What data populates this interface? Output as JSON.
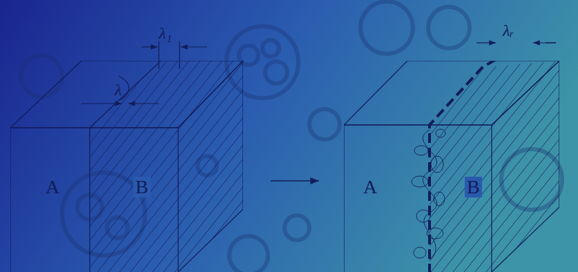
{
  "diagram": {
    "nodes": [
      {
        "text": [
          "A",
          "B"
        ]
      },
      {
        "text": [
          "A",
          "B"
        ]
      }
    ],
    "edges": [
      {
        "from": 0,
        "to": 1,
        "arrow": "to"
      }
    ],
    "labels": [
      "λ₁",
      "λ",
      "λᵣ"
    ]
  }
}
